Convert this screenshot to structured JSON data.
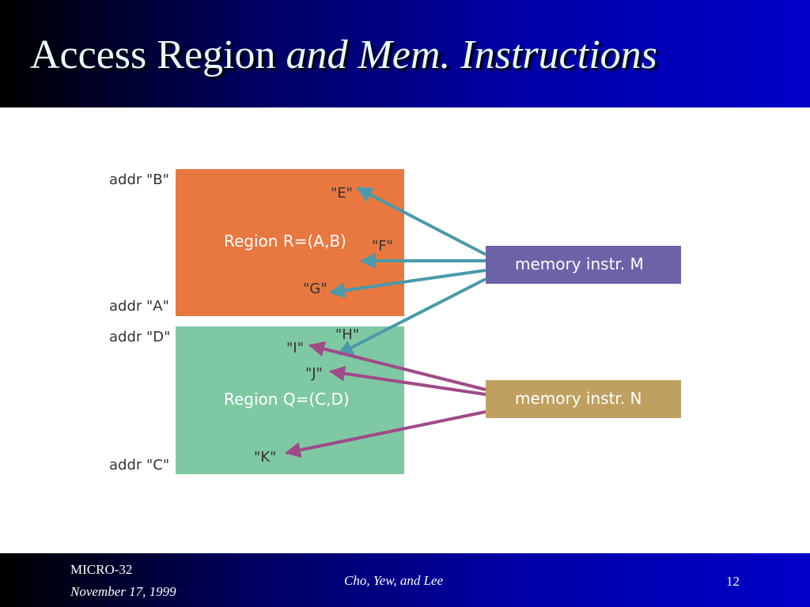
{
  "slide": {
    "title_plain": "Access Region",
    "title_italic": "and Mem. Instructions"
  },
  "diagram": {
    "regions": [
      {
        "label": "Region R=(A,B)",
        "color": "#e87840"
      },
      {
        "label": "Region Q=(C,D)",
        "color": "#7ec8a4"
      }
    ],
    "address_labels": [
      "addr \"B\"",
      "addr \"A\"",
      "addr \"D\"",
      "addr \"C\""
    ],
    "points": [
      "\"E\"",
      "\"F\"",
      "\"G\"",
      "\"H\"",
      "\"I\"",
      "\"J\"",
      "\"K\""
    ],
    "instructions": [
      {
        "label": "memory instr. M",
        "color": "#6c62a8",
        "arrow_color": "#4a9aaa"
      },
      {
        "label": "memory instr. N",
        "color": "#bfa060",
        "arrow_color": "#a04a88"
      }
    ]
  },
  "footer": {
    "conference": "MICRO-32",
    "date": "November 17, 1999",
    "authors": "Cho, Yew, and Lee",
    "page": "12"
  }
}
